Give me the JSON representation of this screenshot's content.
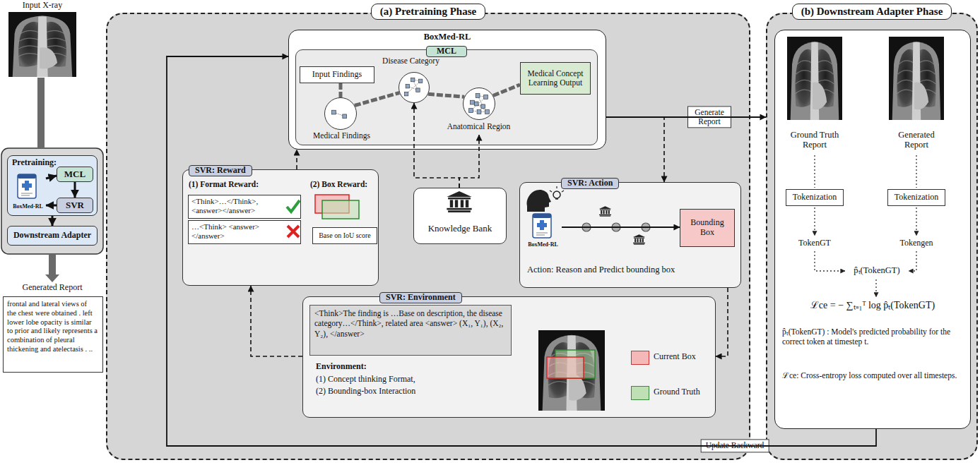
{
  "diagram": {
    "nodes": [
      {
        "text": [
          "Pretraining:"
        ]
      },
      {
        "text": [
          "BoxMed-RL"
        ],
        "in": 0
      },
      {
        "text": [
          "MCL"
        ],
        "in": 0
      },
      {
        "text": [
          "SVR"
        ],
        "in": 0
      },
      {
        "text": [
          "Downstream Adapter"
        ]
      },
      {
        "text": [
          "frontal and lateral views of the chest were obtained . left lower lobe opacity is similar to prior and likely represents a combination of pleural thickening and atelectasis . .."
        ]
      },
      {
        "text": [
          "(a) Pretraining Phase"
        ]
      },
      {
        "text": [
          "BoxMed-RL"
        ],
        "in": 6
      },
      {
        "text": [
          "MCL"
        ],
        "in": 7
      },
      {
        "text": [
          "Input Findings"
        ],
        "in": 8
      },
      {
        "text": [
          "Medical Findings"
        ],
        "in": 8
      },
      {
        "text": [
          "Disease Category"
        ],
        "in": 8
      },
      {
        "text": [
          "Anatomical Region"
        ],
        "in": 8
      },
      {
        "text": [
          "Medical Concept Learning Output"
        ],
        "in": 8
      },
      {
        "text": [
          "SVR: Reward",
          "(1) Format Reward:",
          "(2) Box Reward:"
        ],
        "in": 6
      },
      {
        "text": [
          "<Think>…</Think>, <answer></answer>"
        ],
        "in": 14
      },
      {
        "text": [
          "…<Think> <answer></answer>"
        ],
        "in": 14
      },
      {
        "text": [
          "Base on IoU score"
        ],
        "in": 14
      },
      {
        "text": [
          "Knowledge Bank"
        ],
        "in": 6
      },
      {
        "text": [
          "SVR: Action",
          "Action: Reason and Predict bounding box"
        ],
        "in": 6
      },
      {
        "text": [
          "BoxMed-RL"
        ],
        "in": 19
      },
      {
        "text": [
          "Bounding Box"
        ],
        "in": 19
      },
      {
        "text": [
          "SVR: Environment",
          "Environment:",
          "(1) Concept thinking Format,",
          "(2) Bounding-box Interaction"
        ],
        "in": 6
      },
      {
        "text": [
          "<Think>The finding is …Base on description, the disease category…</Think>, related area <answer> (X₁, Y₁), (X₂, Y₂), </answer>"
        ],
        "in": 22
      },
      {
        "text": [
          "(b) Downstream Adapter Phase"
        ]
      },
      {
        "text": [
          "ℒce = − ∑ₜ₌₁ᵀ log p̂ₜ(TokenGT)",
          "p̂ₜ(TokenGT) : Model's predicted probability for the correct token at timestep t.",
          "ℒce: Cross-entropy loss computed over all timesteps."
        ],
        "in": 24
      },
      {
        "text": [
          "Tokenization"
        ],
        "in": 25
      },
      {
        "text": [
          "Tokenization"
        ],
        "in": 25
      }
    ],
    "edges": [
      {
        "from": 1,
        "to": 2,
        "arrow": "to"
      },
      {
        "from": 2,
        "to": 3,
        "arrow": "to"
      },
      {
        "from": 3,
        "to": 1,
        "arrow": "to"
      },
      {
        "from": 0,
        "to": 4,
        "arrow": "to"
      },
      {
        "from": 9,
        "to": 10,
        "arrow": "none"
      },
      {
        "from": 10,
        "to": 11,
        "arrow": "none"
      },
      {
        "from": 11,
        "to": 12,
        "arrow": "none"
      },
      {
        "from": 12,
        "to": 13,
        "arrow": "none"
      },
      {
        "from": 7,
        "to": 24,
        "label": "Generate Report",
        "arrow": "to"
      },
      {
        "from": 25,
        "to": 7,
        "label": "Update Backward",
        "arrow": "to"
      },
      {
        "from": 14,
        "to": 7,
        "arrow": "to"
      },
      {
        "from": 18,
        "to": 11,
        "arrow": "to"
      },
      {
        "from": 18,
        "to": 12,
        "arrow": "to"
      },
      {
        "from": 7,
        "to": 19,
        "arrow": "to"
      },
      {
        "from": 19,
        "to": 22,
        "arrow": "to"
      },
      {
        "from": 22,
        "to": 14,
        "arrow": "to"
      },
      {
        "from": 20,
        "to": 21,
        "arrow": "to"
      }
    ],
    "labels": [
      "Input X-ray",
      "Generated Report",
      "Ground Truth Report",
      "Generated Report",
      "TokenGT",
      "Tokengen",
      "p̂ₜ(TokenGT)"
    ],
    "legend": [
      {
        "text": "Current Box",
        "color": "#f4b8b8"
      },
      {
        "text": "Ground Truth",
        "color": "#bfe0b5"
      }
    ]
  }
}
